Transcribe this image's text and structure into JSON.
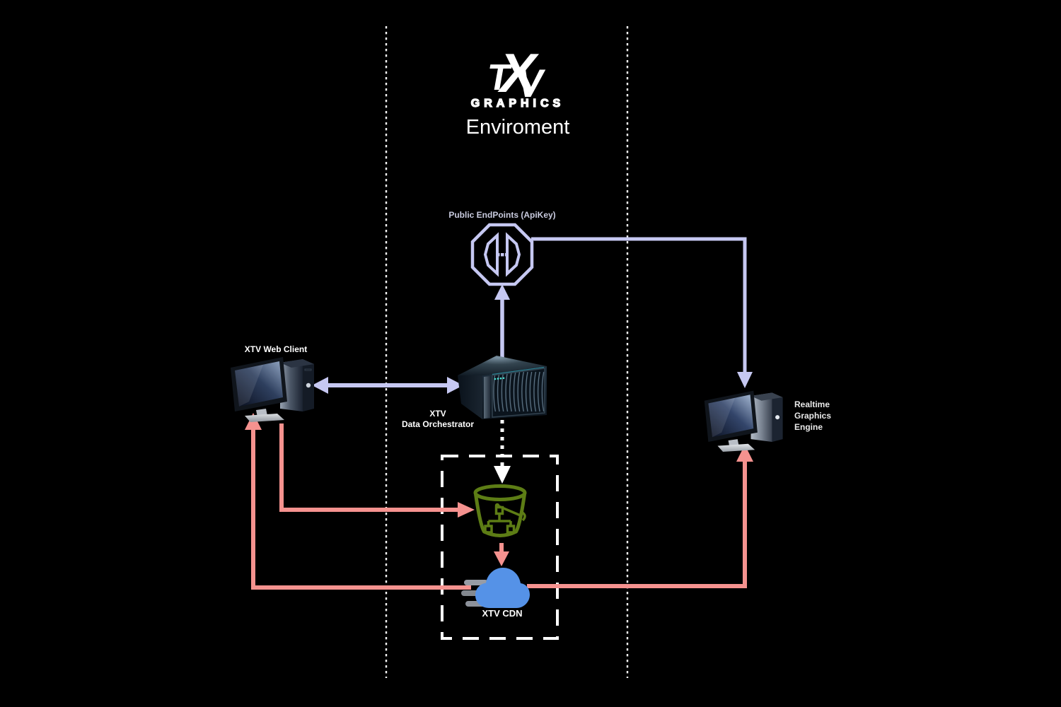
{
  "logo": {
    "letters": [
      "T",
      "X",
      "V"
    ],
    "subtitle": "GRAPHICS",
    "tagline": "Enviroment"
  },
  "colors": {
    "background": "#000000",
    "arrow_primary_lavender": "#c6c8f2",
    "arrow_secondary_salmon": "#f5928f",
    "divider_white": "#ffffff",
    "bucket_green": "#5d7d15",
    "cloud_blue": "#5592e7",
    "muted_label": "#c9cbdf",
    "label_white": "#ffffff"
  },
  "nodes": {
    "api_gateway": {
      "label": "Public EndPoints (ApiKey)"
    },
    "web_client": {
      "label": "XTV Web Client"
    },
    "orchestrator": {
      "label_line1": "XTV",
      "label_line2": "Data Orchestrator"
    },
    "realtime_engine": {
      "label_line1": "Realtime",
      "label_line2": "Graphics",
      "label_line3": "Engine"
    },
    "cdn": {
      "label": "XTV CDN"
    }
  },
  "diagram": {
    "zones": {
      "divider_count": 2,
      "style": "vertical dotted white lines"
    },
    "edges": [
      {
        "from": "xtv-web-client",
        "to": "xtv-data-orchestrator",
        "direction": "bidirectional",
        "color": "#c6c8f2",
        "style": "solid"
      },
      {
        "from": "xtv-data-orchestrator",
        "to": "public-endpoints-gateway",
        "direction": "up",
        "color": "#c6c8f2",
        "style": "solid"
      },
      {
        "from": "public-endpoints-gateway",
        "to": "realtime-graphics-engine",
        "direction": "right-then-down",
        "color": "#c6c8f2",
        "style": "solid"
      },
      {
        "from": "xtv-data-orchestrator",
        "to": "storage-bucket",
        "direction": "down",
        "color": "#ffffff",
        "style": "dotted"
      },
      {
        "from": "xtv-web-client",
        "to": "storage-bucket",
        "direction": "down-then-right",
        "color": "#f5928f",
        "style": "solid"
      },
      {
        "from": "storage-bucket",
        "to": "cdn-cloud",
        "direction": "down",
        "color": "#f5928f",
        "style": "solid"
      },
      {
        "from": "cdn-cloud",
        "to": "xtv-web-client",
        "direction": "left-then-up",
        "color": "#f5928f",
        "style": "solid"
      },
      {
        "from": "cdn-cloud",
        "to": "realtime-graphics-engine",
        "direction": "right-then-up",
        "color": "#f5928f",
        "style": "solid"
      }
    ]
  }
}
